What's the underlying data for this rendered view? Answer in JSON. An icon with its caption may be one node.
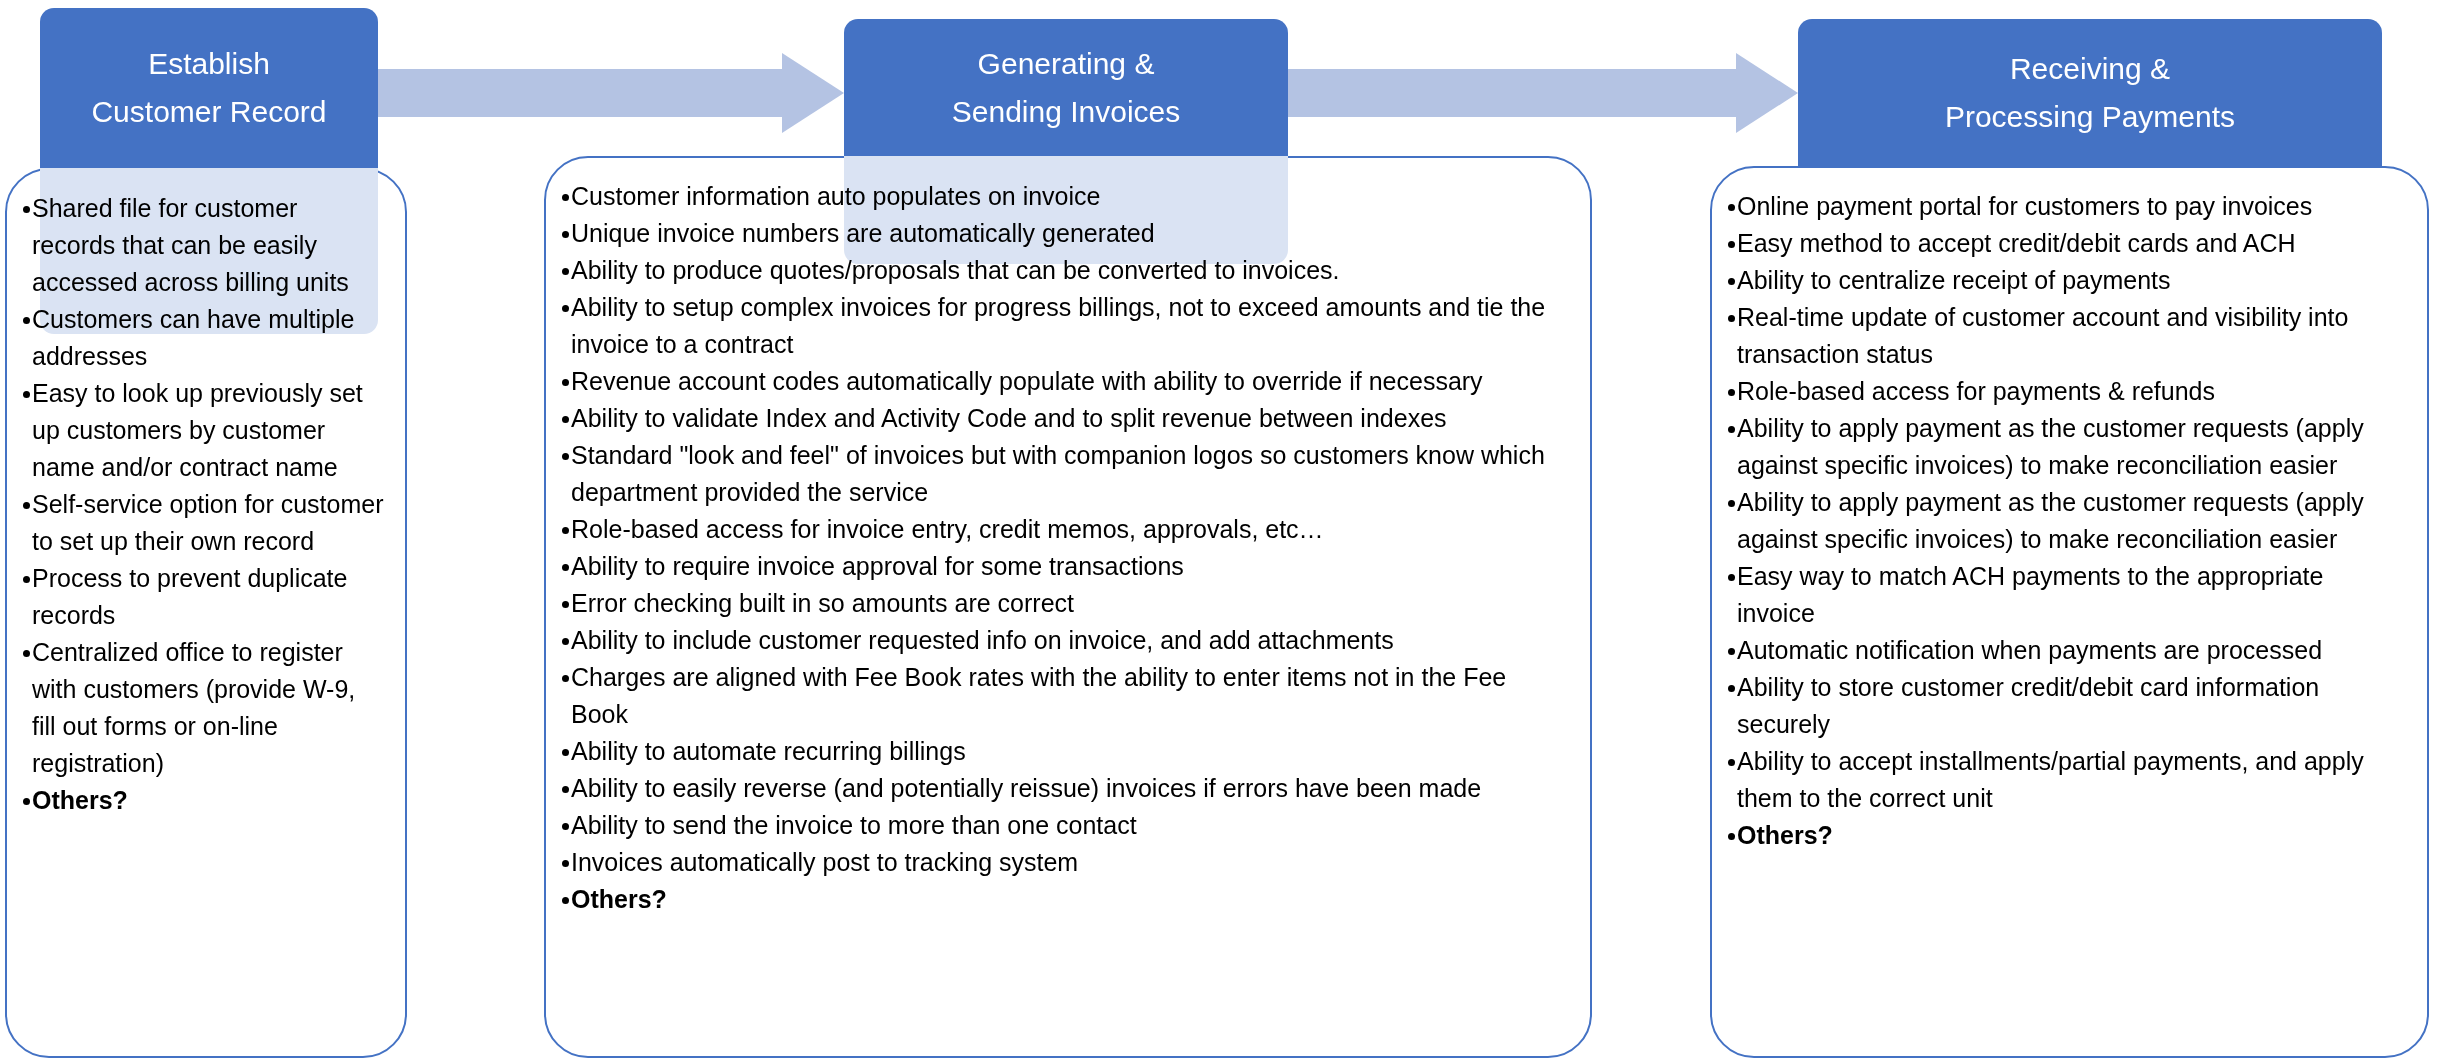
{
  "diagram": {
    "nodes": [
      {
        "text": [
          "Establish Customer Record"
        ]
      },
      {
        "text": [
          "Shared file for customer records that can be easily accessed across billing units",
          "Customers can have multiple addresses",
          "Easy to look up previously set up customers by customer name and/or contract name",
          "Self-service option for customer to set up their own record",
          "Process to prevent duplicate records",
          "Centralized office to register with customers (provide W-9, fill out forms or on-line registration)",
          "Others?"
        ]
      },
      {
        "text": [
          "Generating & Sending Invoices"
        ]
      },
      {
        "text": [
          "Customer information auto populates on invoice",
          "Unique invoice numbers are automatically generated",
          "Ability to produce quotes/proposals that can be converted to invoices.",
          "Ability to setup complex invoices for progress billings, not to exceed amounts and tie the invoice to a contract",
          "Revenue account codes automatically populate with ability to override if necessary",
          "Ability to validate Index and Activity Code and to split revenue between indexes",
          "Standard \"look and feel\" of invoices but with companion logos so customers know which department provided the service",
          "Role-based access for invoice entry, credit memos, approvals, etc…",
          "Ability to require invoice approval for some transactions",
          "Error checking built in so amounts are correct",
          "Ability to include customer requested info on invoice, and add attachments",
          "Charges are aligned with Fee Book rates with the ability to enter items not in the Fee Book",
          "Ability to automate recurring billings",
          "Ability to easily reverse (and potentially reissue) invoices if errors have been made",
          "Ability to send the invoice to more than one contact",
          "Invoices automatically post to tracking system",
          "Others?"
        ]
      },
      {
        "text": [
          "Receiving & Processing Payments"
        ]
      },
      {
        "text": [
          "Online payment portal for customers to pay invoices",
          "Easy method to accept credit/debit cards and ACH",
          "Ability to centralize receipt of payments",
          "Real-time update of customer account and visibility into transaction status",
          "Role-based access for payments & refunds",
          "Ability to apply payment as the customer requests (apply against specific invoices) to make reconciliation easier",
          "Ability to apply payment as the customer requests (apply against specific invoices) to make reconciliation easier",
          "Easy way to match ACH payments to the appropriate invoice",
          "Automatic notification when payments are processed",
          "Ability to store customer credit/debit card information securely",
          "Ability to accept installments/partial payments, and apply them to the correct unit",
          "Others?"
        ]
      }
    ],
    "edges": [
      {
        "from": 0,
        "to": 2,
        "arrow": "to"
      },
      {
        "from": 2,
        "to": 4,
        "arrow": "to"
      }
    ]
  }
}
